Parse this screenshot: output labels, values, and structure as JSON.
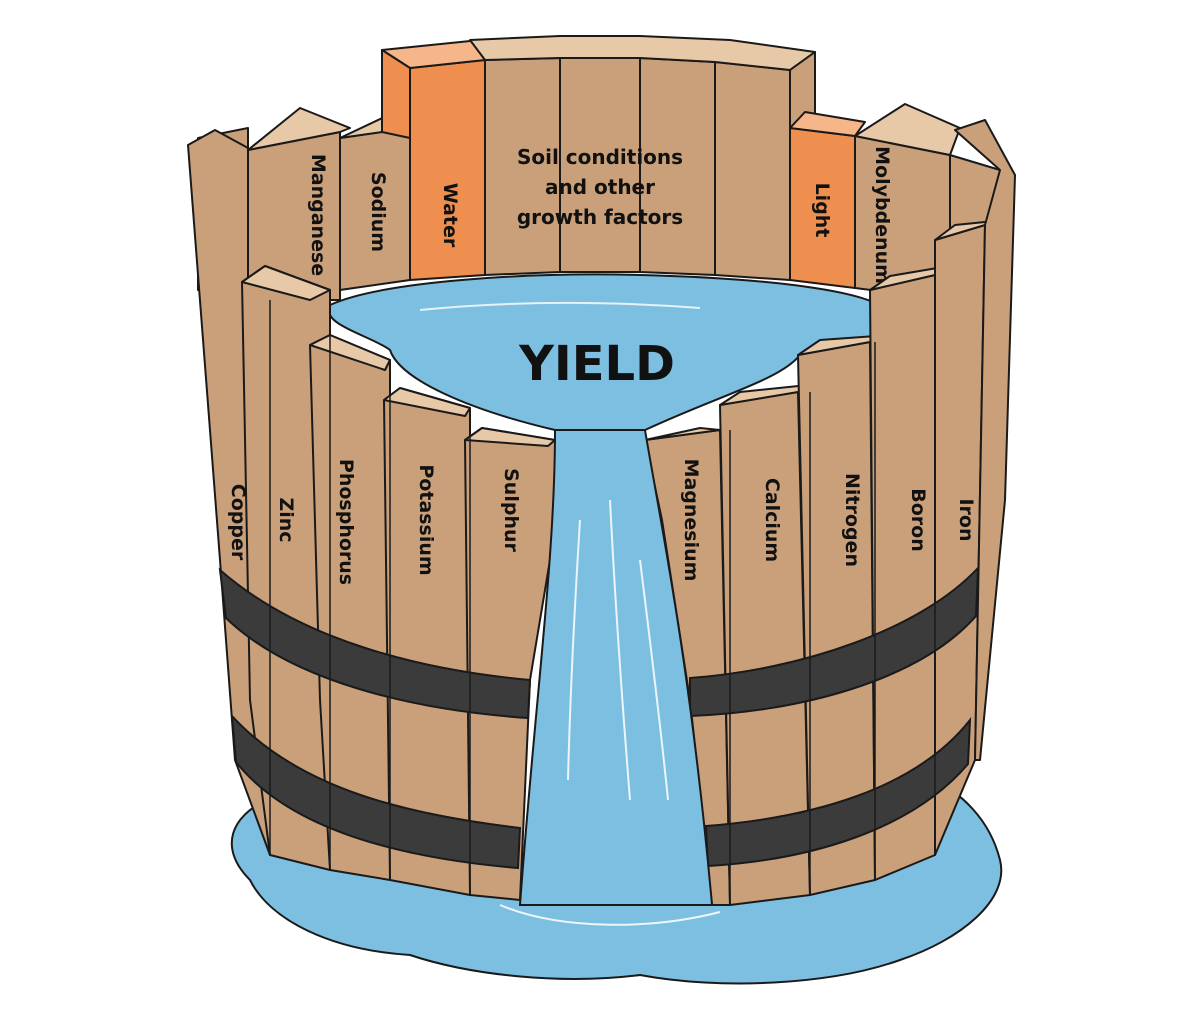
{
  "diagram": {
    "center_label": "YIELD",
    "back_center_lines": [
      "Soil conditions",
      "and other",
      "growth factors"
    ],
    "staves": {
      "manganese": "Manganese",
      "sodium": "Sodium",
      "water": "Water",
      "light": "Light",
      "molybdenum": "Molybdenum",
      "copper": "Copper",
      "zinc": "Zinc",
      "phosphorus": "Phosphorus",
      "potassium": "Potassium",
      "sulphur": "Sulphur",
      "magnesium": "Magnesium",
      "calcium": "Calcium",
      "nitrogen": "Nitrogen",
      "boron": "Boron",
      "iron": "Iron"
    }
  },
  "colors": {
    "wood": "#c9a07a",
    "wood_top": "#e7c9a8",
    "highlight_stave": "#ee8f50",
    "highlight_top": "#f7b58a",
    "water": "#7dbfe0",
    "band": "#3b3b3b",
    "outline": "#1a1a1a"
  }
}
